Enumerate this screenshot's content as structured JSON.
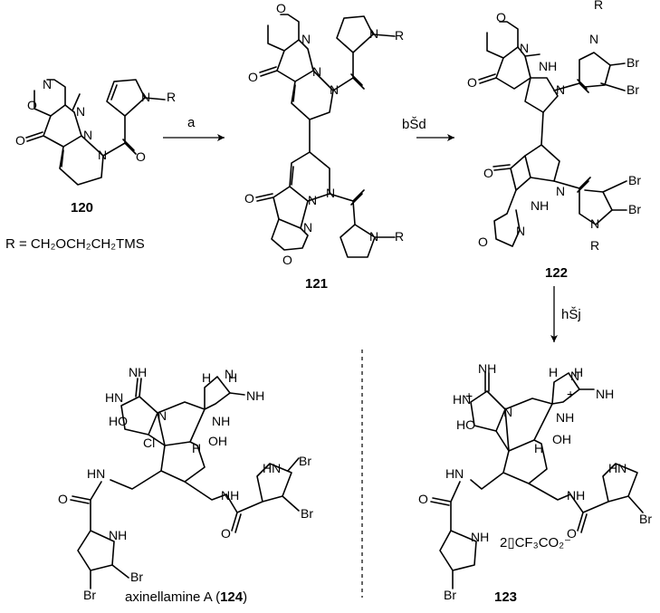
{
  "compounds": {
    "c120": {
      "number": "120",
      "r_def": "R = CH₂OCH₂CH₂TMS"
    },
    "c121": {
      "number": "121"
    },
    "c122": {
      "number": "122"
    },
    "c123": {
      "number": "123",
      "counterion": "2▯CF₃CO₂⁻"
    },
    "c124": {
      "name": "axinellamine A (",
      "number": "124",
      "close": ")"
    }
  },
  "reagents": {
    "step1": "a",
    "step2": "bŠd",
    "step3": "hŠj"
  },
  "atoms": {
    "N": "N",
    "O": "O",
    "R": "R",
    "Br": "Br",
    "Cl": "Cl",
    "NH": "NH",
    "HN": "HN",
    "H": "H",
    "OH": "OH",
    "HO": "HO",
    "plus": "+"
  }
}
